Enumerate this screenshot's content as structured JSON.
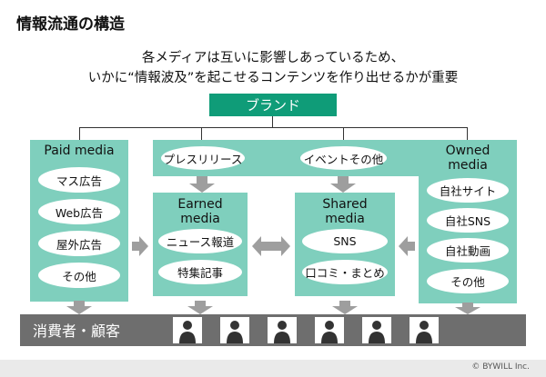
{
  "title": "情報流通の構造",
  "subtitle_line1": "各メディアは互いに影響しあっているため、",
  "subtitle_line2": "いかに“情報波及”を起こせるコンテンツを作り出せるかが重要",
  "brand": "ブランド",
  "paid": {
    "heading": "Paid media",
    "items": [
      "マス広告",
      "Web広告",
      "屋外広告",
      "その他"
    ]
  },
  "top_pills": [
    "プレスリリース",
    "イベントその他"
  ],
  "earned": {
    "heading_line1": "Earned",
    "heading_line2": "media",
    "items": [
      "ニュース報道",
      "特集記事"
    ]
  },
  "shared": {
    "heading_line1": "Shared",
    "heading_line2": "media",
    "items": [
      "SNS",
      "口コミ・まとめ"
    ]
  },
  "owned": {
    "heading_line1": "Owned",
    "heading_line2": "media",
    "items": [
      "自社サイト",
      "自社SNS",
      "自社動画",
      "その他"
    ]
  },
  "consumers": "消費者・顧客",
  "footer": "© BYWILL Inc.",
  "colors": {
    "brand": "#0f9c78",
    "panel": "#7fcfbd",
    "arrow": "#9e9e9e",
    "consumer_bar": "#6e6e6e"
  }
}
